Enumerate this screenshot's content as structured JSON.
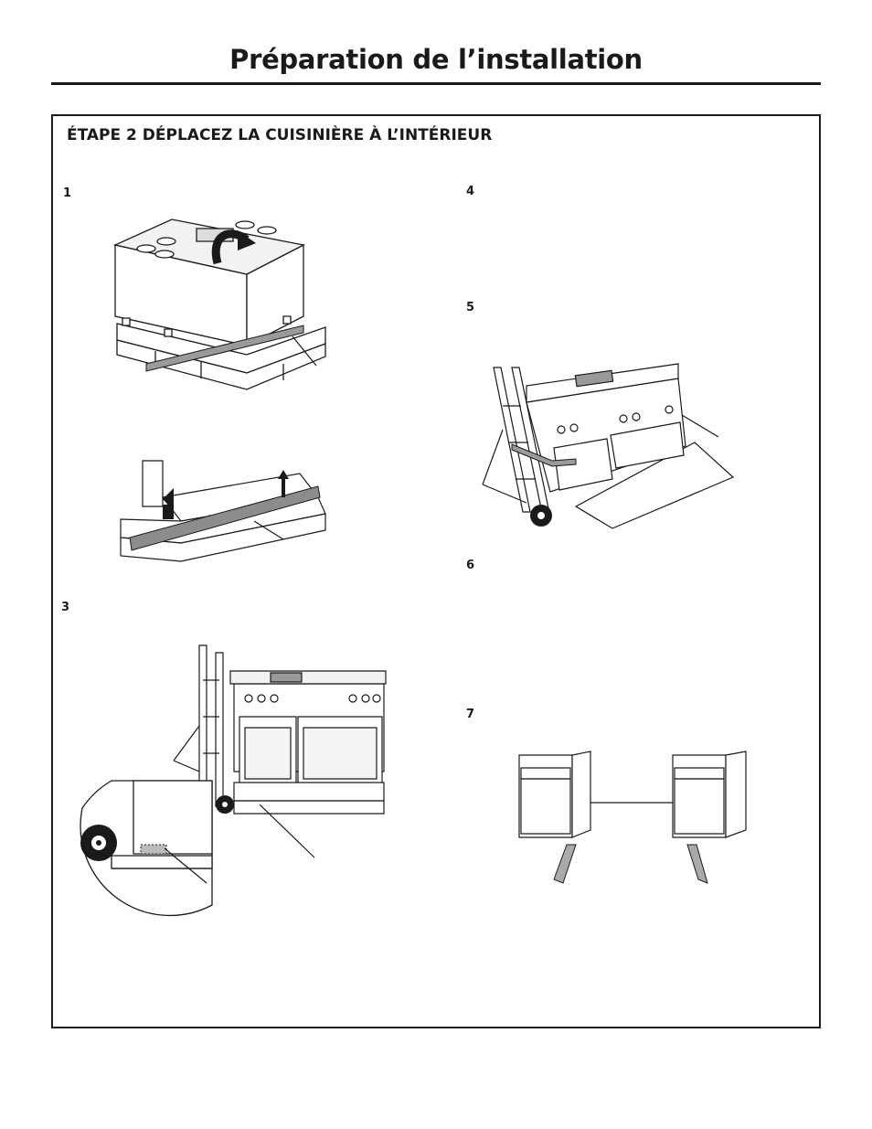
{
  "header": {
    "title": "Préparation de l’installation"
  },
  "step": {
    "heading": "ÉTAPE 2   DÉPLACEZ LA CUISINIÈRE À L’INTÉRIEUR",
    "numbers": [
      "1",
      "4",
      "5",
      "6",
      "3",
      "7"
    ]
  },
  "figures": [
    {
      "name": "range-on-pallet-lift",
      "icon": "range-pallet-arrow"
    },
    {
      "name": "pallet-board-lift",
      "icon": "pallet-board"
    },
    {
      "name": "hand-truck-front",
      "icon": "hand-truck"
    },
    {
      "name": "hand-truck-tilted",
      "icon": "hand-truck"
    },
    {
      "name": "cabinet-opening-with-ramps",
      "icon": "cabinets"
    }
  ]
}
